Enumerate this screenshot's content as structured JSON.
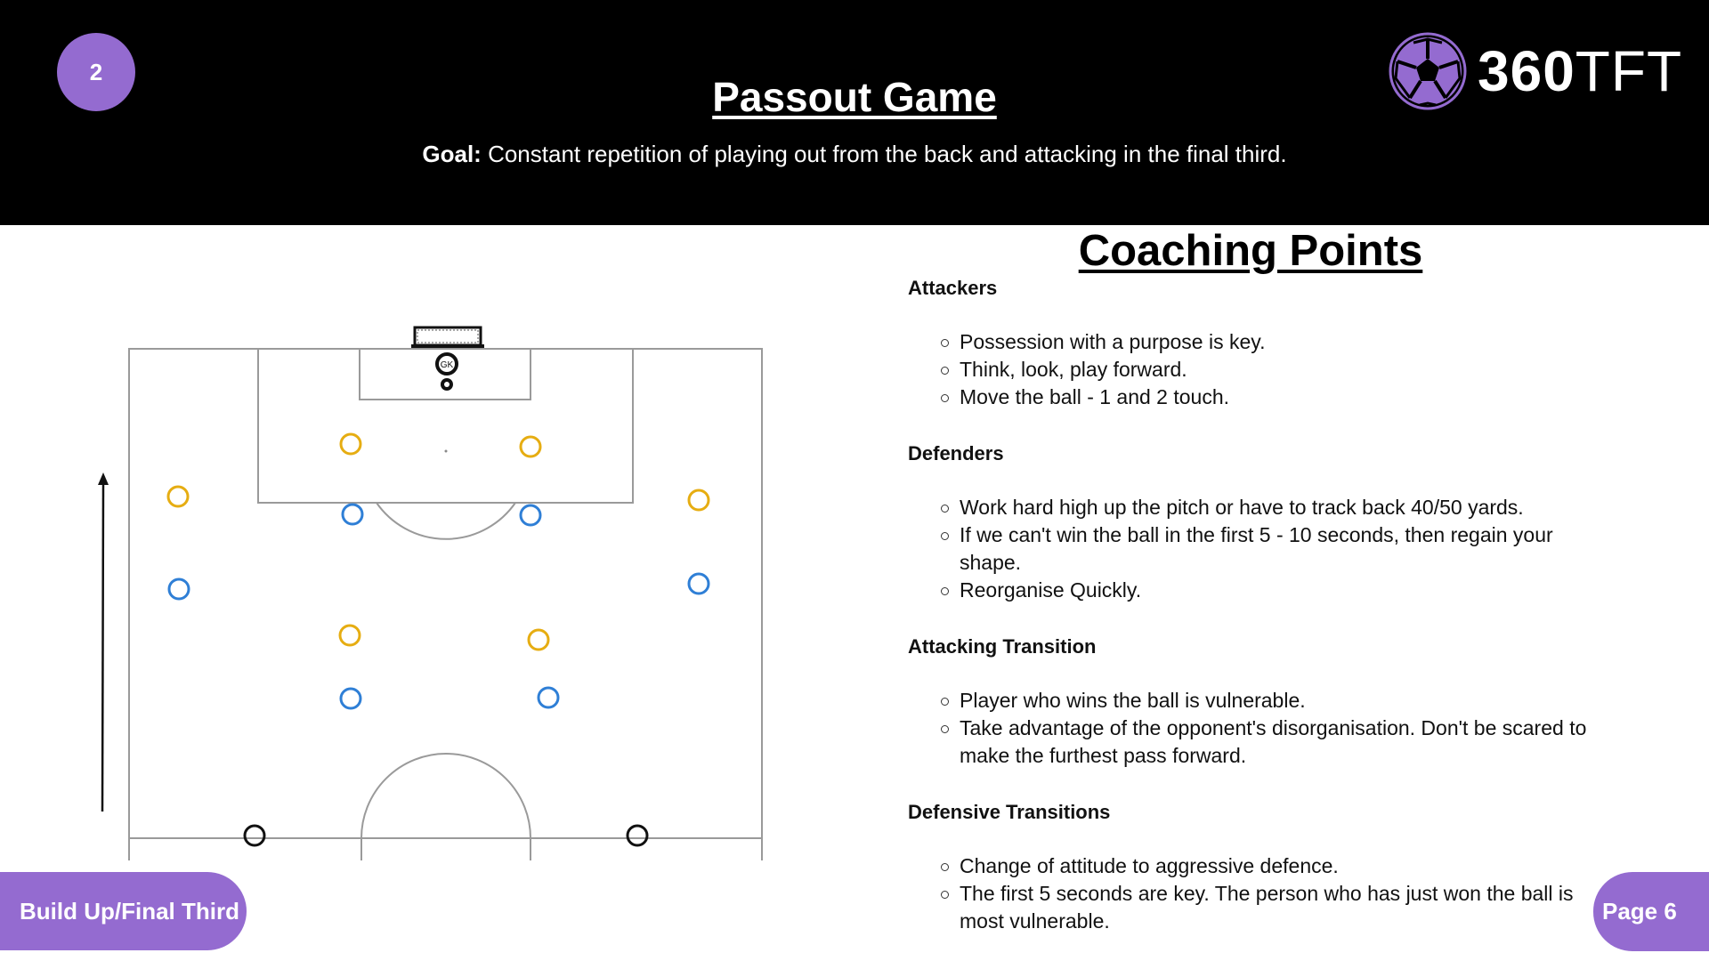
{
  "header": {
    "drill_number": "2",
    "title": "Passout Game",
    "goal_label": "Goal:",
    "goal_text": " Constant repetition of playing out from the back and attacking in the final third.",
    "logo_bold": "360",
    "logo_light": "TFT"
  },
  "diagram": {
    "goalkeeper_label": "GK",
    "colors": {
      "team_yellow": "#e6ad12",
      "team_blue": "#2f7fd6",
      "neutral": "#111111",
      "lines": "#9a9a9a"
    }
  },
  "coaching": {
    "title": "Coaching Points",
    "sections": [
      {
        "heading": "Attackers",
        "items": [
          "Possession with a purpose is key.",
          "Think, look, play forward.",
          "Move the ball - 1 and 2 touch."
        ]
      },
      {
        "heading": "Defenders",
        "items": [
          "Work hard high up the pitch or have to track back 40/50 yards.",
          "If we can't win the ball in the first 5 - 10 seconds, then regain your shape.",
          "Reorganise Quickly."
        ]
      },
      {
        "heading": "Attacking Transition",
        "items": [
          "Player who wins the ball is vulnerable.",
          "Take advantage of the opponent's disorganisation. Don't be scared to make the furthest pass forward."
        ]
      },
      {
        "heading": "Defensive Transitions",
        "items": [
          "Change of attitude to aggressive defence.",
          "The first 5 seconds are key. The person who has just won the ball is most vulnerable."
        ]
      }
    ]
  },
  "footer": {
    "category": "Build Up/Final Third",
    "page": "Page 6"
  },
  "accent": "#946bd0"
}
